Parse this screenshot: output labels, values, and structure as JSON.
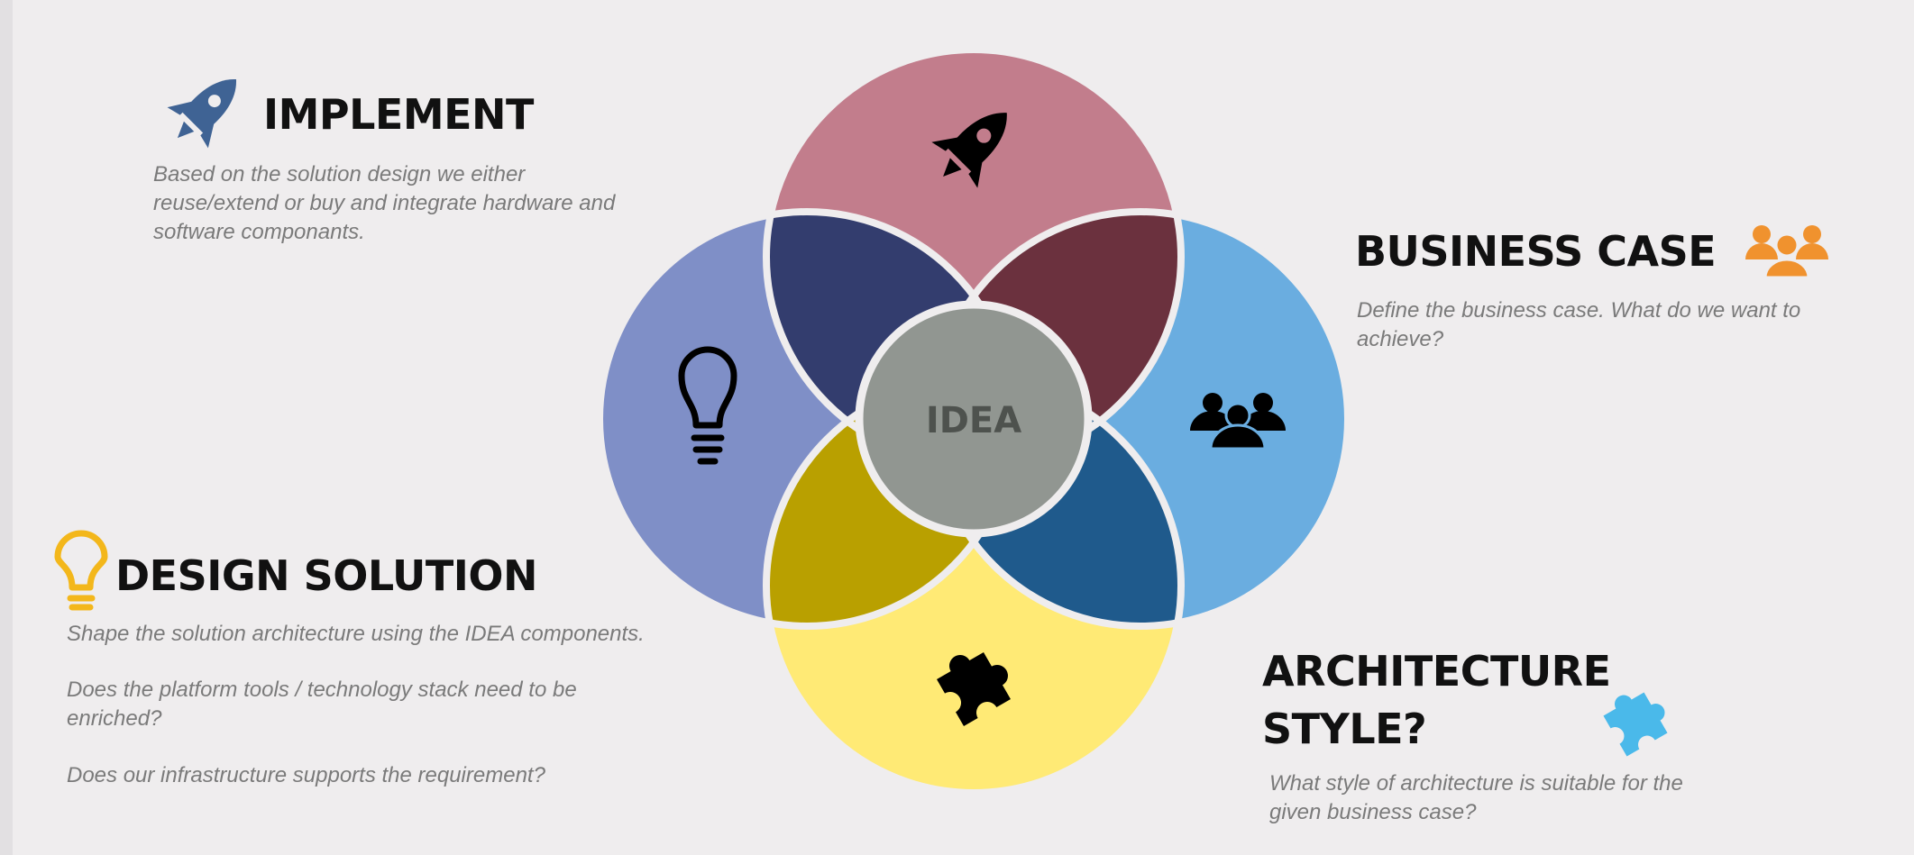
{
  "center_label": "IDEA",
  "sections": {
    "implement": {
      "title": "IMPLEMENT",
      "description": "Based on the solution design we either reuse/extend or buy and integrate hardware and software componants.",
      "icon": "rocket-icon",
      "color": "#3f6394"
    },
    "business_case": {
      "title": "BUSINESS CASE",
      "description": "Define the business case. What do we want to achieve?",
      "icon": "people-icon",
      "color": "#f0922e"
    },
    "design_solution": {
      "title": "DESIGN SOLUTION",
      "description_1": "Shape the solution architecture using the IDEA components.",
      "description_2": "Does the platform tools / technology stack need to be enriched?",
      "description_3": "Does our infrastructure supports the requirement?",
      "icon": "lightbulb-icon",
      "color": "#f3b71b"
    },
    "architecture_style": {
      "title_line_1": "ARCHITECTURE",
      "title_line_2": "STYLE?",
      "description": "What style of architecture is suitable for the given business case?",
      "icon": "puzzle-icon",
      "color": "#4ab9ea"
    }
  },
  "diagram_colors": {
    "top": "#c27d8c",
    "left": "#7f8fc7",
    "right": "#6aade0",
    "bottom": "#ffea75",
    "top_left": "#333d6e",
    "top_right": "#6b313e",
    "bottom_left": "#b9a000",
    "bottom_right": "#1f5a8c",
    "center": "#919691"
  }
}
